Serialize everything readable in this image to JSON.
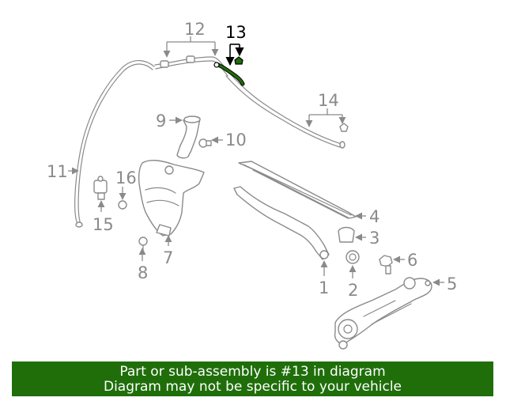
{
  "callouts": {
    "c1": "1",
    "c2": "2",
    "c3": "3",
    "c4": "4",
    "c5": "5",
    "c6": "6",
    "c7": "7",
    "c8": "8",
    "c9": "9",
    "c10": "10",
    "c11": "11",
    "c12": "12",
    "c13": "13",
    "c14": "14",
    "c15": "15",
    "c16": "16"
  },
  "highlighted_part": "13",
  "colors": {
    "line": "#8a8a8a",
    "highlight": "#000000",
    "highlight_part": "#1f6e0a",
    "banner_bg": "#1f6e0a",
    "banner_text": "#ffffff"
  },
  "banner": {
    "line1": "Part or sub-assembly is #13 in diagram",
    "line2": "Diagram may not be specific to your vehicle"
  }
}
